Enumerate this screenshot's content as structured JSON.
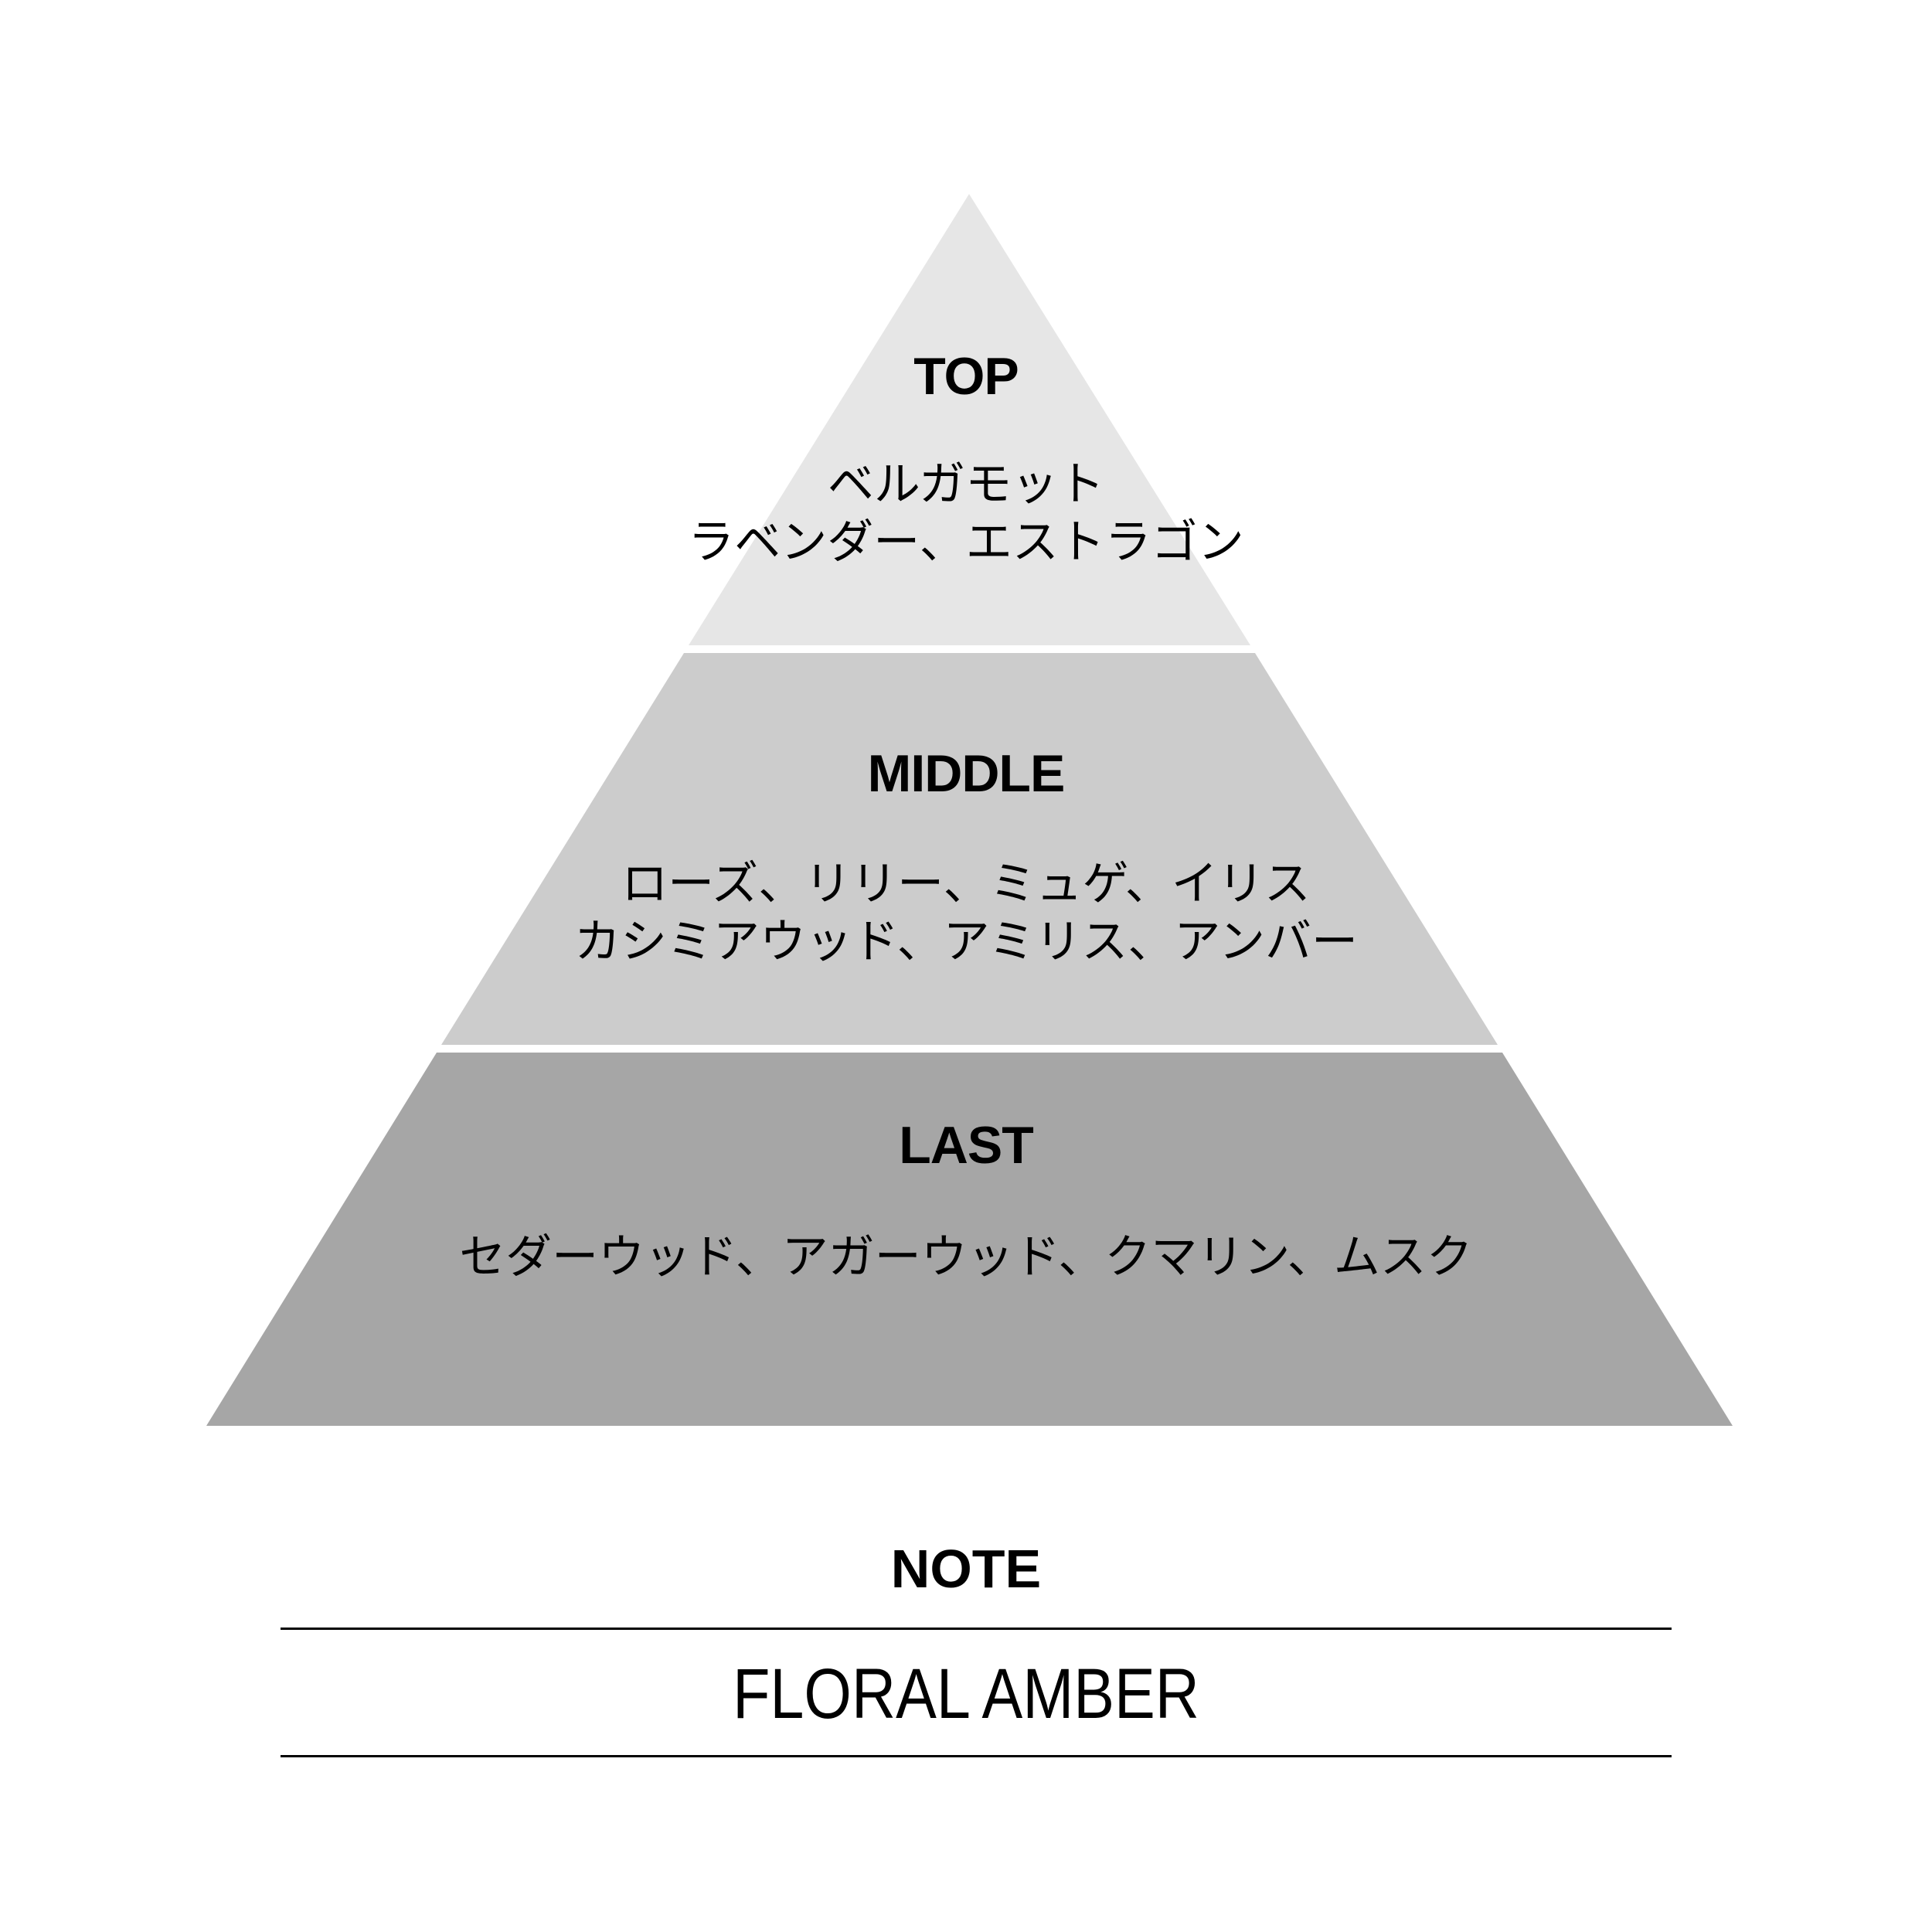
{
  "pyramid": {
    "tiers": [
      {
        "title": "TOP",
        "notes": [
          "ベルガモット",
          "ラベンダー、エストラゴン"
        ],
        "color": "#e6e6e6"
      },
      {
        "title": "MIDDLE",
        "notes": [
          "ローズ、リリー、ミュゲ、イリス",
          "カシミアウッド、アミリス、アンバー"
        ],
        "color": "#cccccc"
      },
      {
        "title": "LAST",
        "notes": [
          "セダーウッド、アガーウッド、クマリン、ムスク"
        ],
        "color": "#a6a6a6"
      }
    ]
  },
  "note": {
    "label": "NOTE",
    "accord": "FLORAL AMBER"
  }
}
